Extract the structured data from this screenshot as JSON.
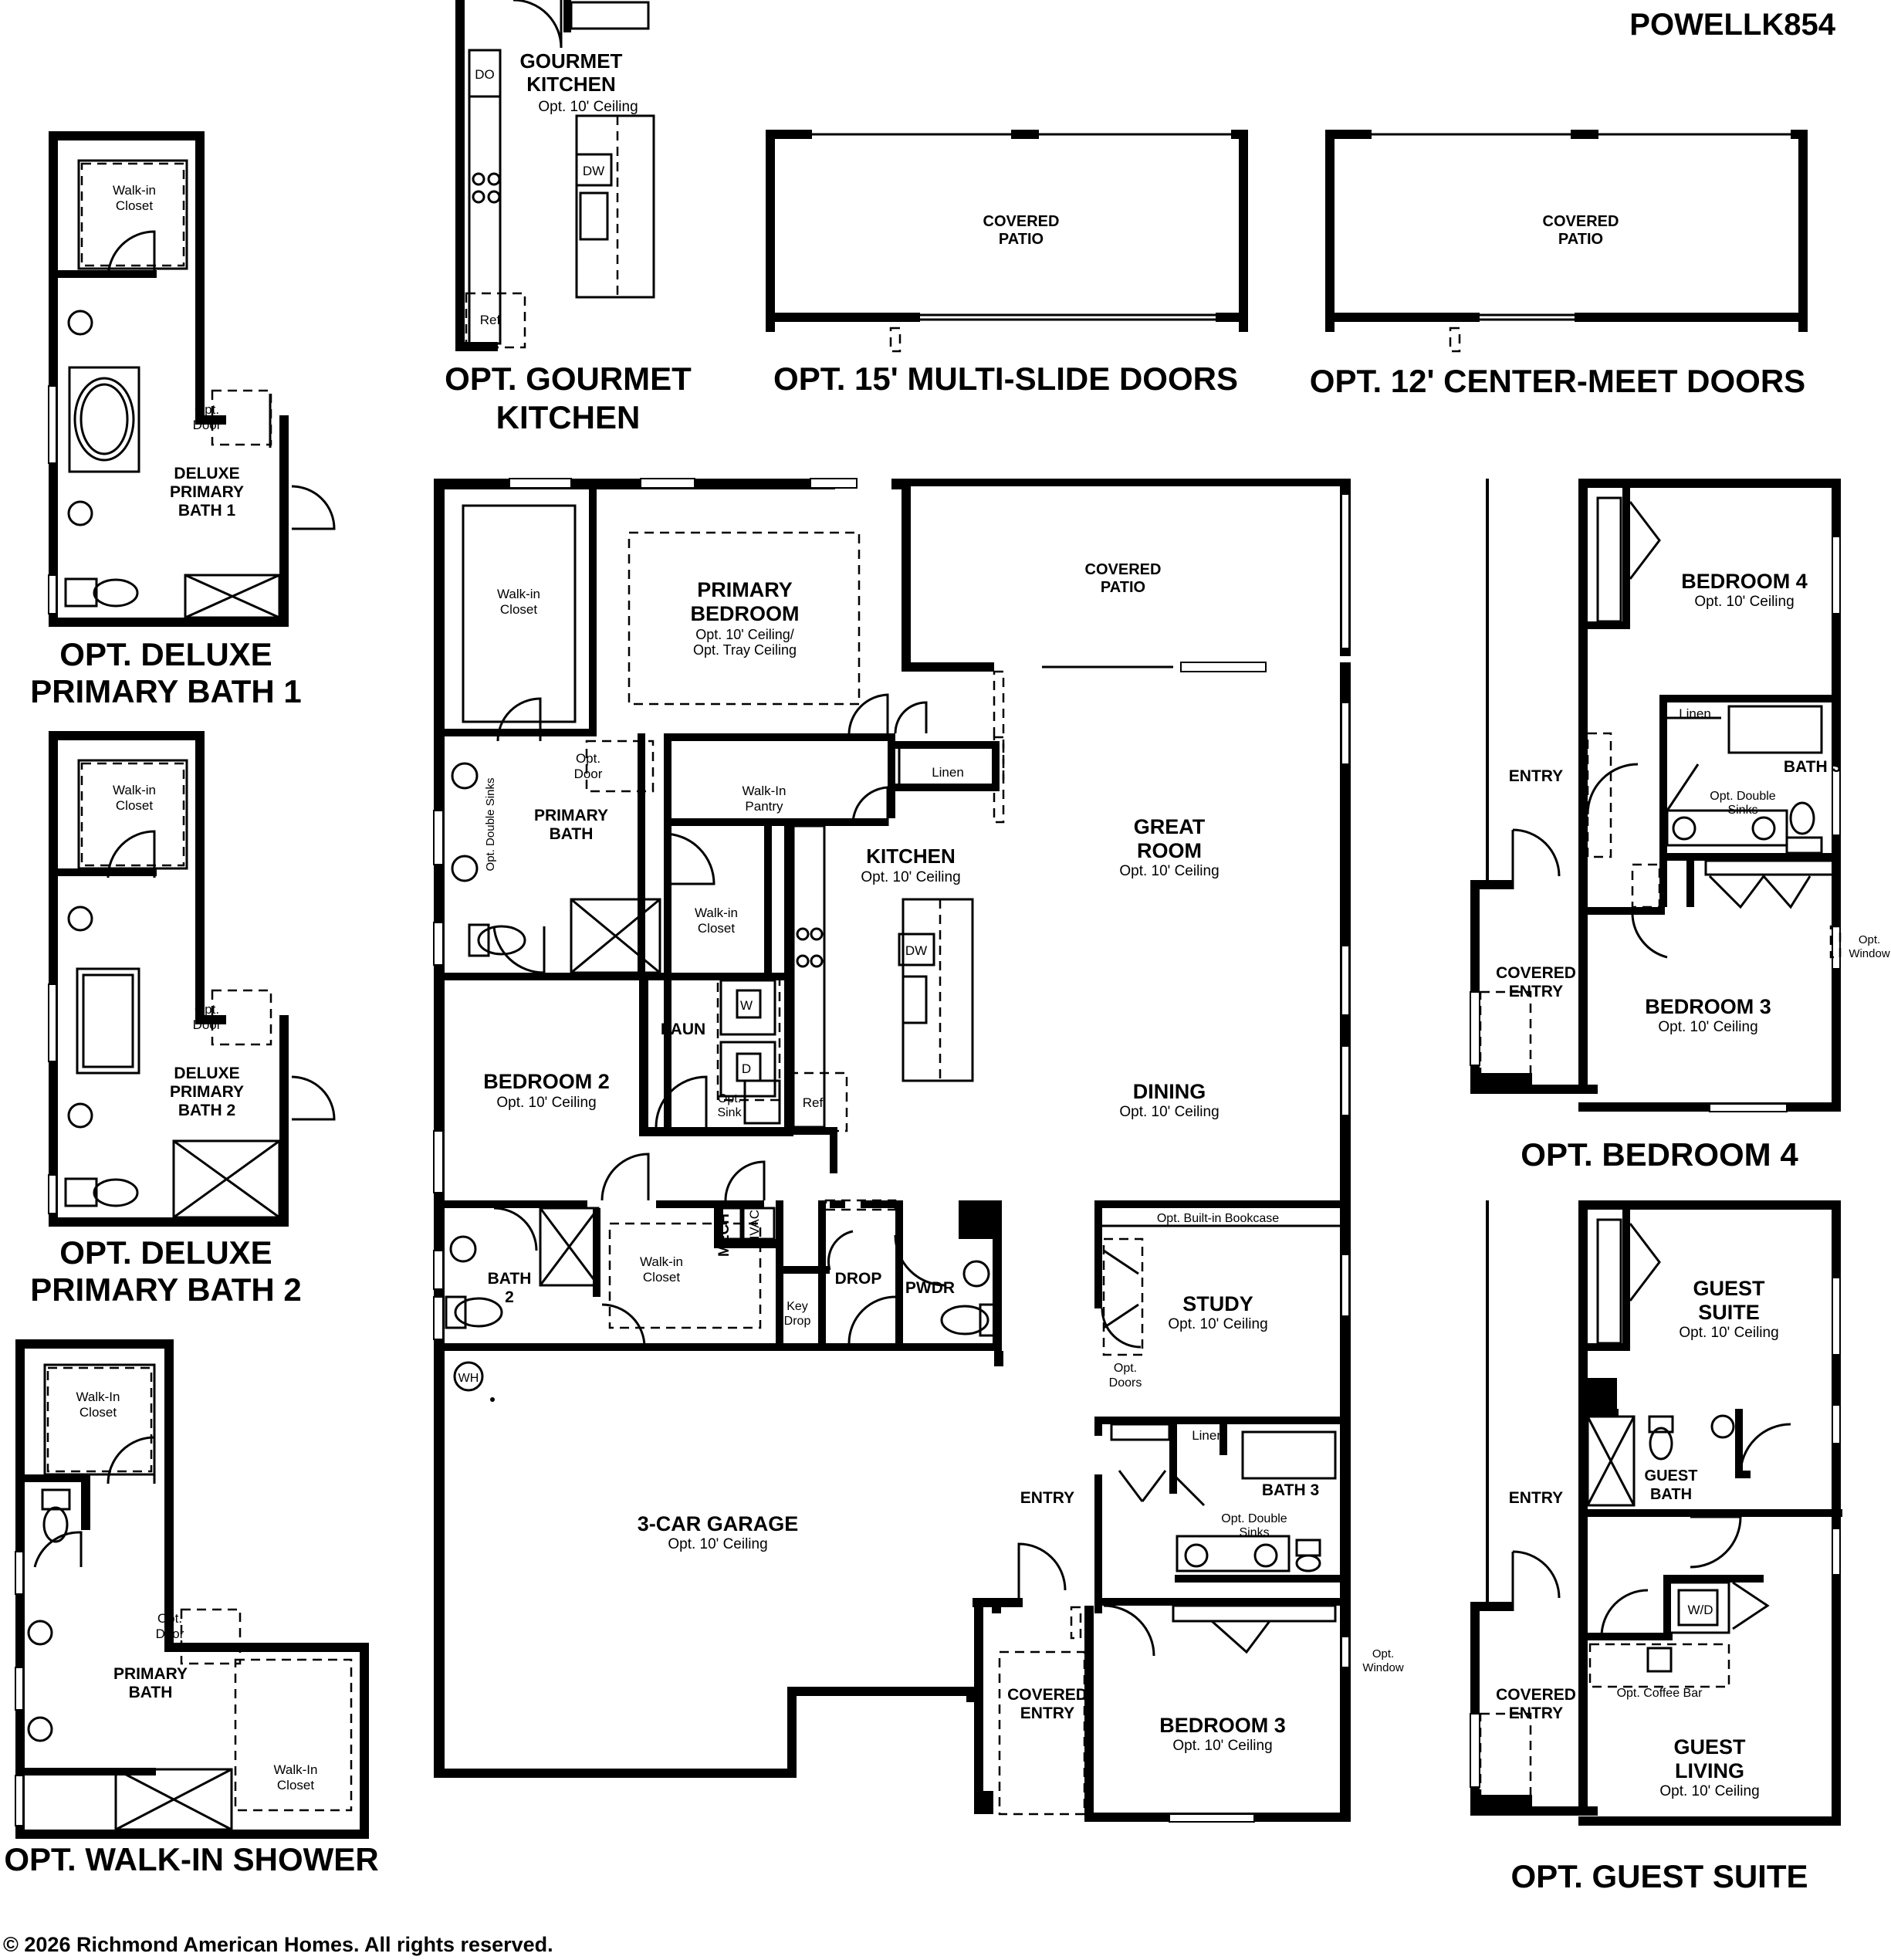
{
  "plan_code": "POWELLK854",
  "copyright": "© 2026 Richmond American Homes. All rights reserved.",
  "option_titles": {
    "gourmet_kitchen_1": "OPT. GOURMET",
    "gourmet_kitchen_2": "KITCHEN",
    "multi_slide": "OPT. 15' MULTI-SLIDE DOORS",
    "center_meet": "OPT. 12' CENTER-MEET DOORS",
    "deluxe_bath1_1": "OPT. DELUXE",
    "deluxe_bath1_2": "PRIMARY BATH 1",
    "deluxe_bath2_1": "OPT. DELUXE",
    "deluxe_bath2_2": "PRIMARY BATH 2",
    "walk_in_shower": "OPT. WALK-IN SHOWER",
    "bedroom4": "OPT. BEDROOM 4",
    "guest_suite": "OPT. GUEST SUITE"
  },
  "rooms": {
    "gourmet_kitchen": {
      "l1": "GOURMET",
      "l2": "KITCHEN",
      "sub": "Opt. 10' Ceiling"
    },
    "covered_patio": {
      "l1": "COVERED",
      "l2": "PATIO"
    },
    "primary_bedroom": {
      "l1": "PRIMARY",
      "l2": "BEDROOM",
      "sub1": "Opt. 10' Ceiling/",
      "sub2": "Opt. Tray Ceiling"
    },
    "walk_in_closet": "Walk-in",
    "closet": "Closet",
    "walk_in_closet_cap": "Walk-In",
    "primary_bath": {
      "l1": "PRIMARY",
      "l2": "BATH"
    },
    "walk_in_pantry": {
      "l1": "Walk-In",
      "l2": "Pantry"
    },
    "linen": "Linen",
    "kitchen": {
      "l1": "KITCHEN",
      "sub": "Opt. 10' Ceiling"
    },
    "great_room": {
      "l1": "GREAT",
      "l2": "ROOM",
      "sub": "Opt. 10' Ceiling"
    },
    "laun": "LAUN",
    "bedroom2": {
      "l1": "BEDROOM 2",
      "sub": "Opt. 10' Ceiling"
    },
    "dining": {
      "l1": "DINING",
      "sub": "Opt. 10' Ceiling"
    },
    "bath2": {
      "l1": "BATH",
      "l2": "2"
    },
    "mech": "MECH",
    "hvac": "HVAC",
    "drop": "DROP",
    "pwdr": "PWDR",
    "key_drop": {
      "l1": "Key",
      "l2": "Drop"
    },
    "opt_built_in": "Opt. Built-in Bookcase",
    "study": {
      "l1": "STUDY",
      "sub": "Opt. 10' Ceiling"
    },
    "opt_doors": {
      "l1": "Opt.",
      "l2": "Doors"
    },
    "bath3": "BATH 3",
    "opt_double_sinks": {
      "l1": "Opt. Double",
      "l2": "Sinks"
    },
    "opt_double_sinks_v": "Opt. Double Sinks",
    "garage": {
      "l1": "3-CAR GARAGE",
      "sub": "Opt. 10' Ceiling"
    },
    "entry": "ENTRY",
    "covered_entry": {
      "l1": "COVERED",
      "l2": "ENTRY"
    },
    "bedroom3": {
      "l1": "BEDROOM 3",
      "sub": "Opt. 10' Ceiling"
    },
    "bedroom4": {
      "l1": "BEDROOM 4",
      "sub": "Opt. 10' Ceiling"
    },
    "opt_window": {
      "l1": "Opt.",
      "l2": "Window"
    },
    "opt_door": {
      "l1": "Opt.",
      "l2": "Door"
    },
    "opt_sink": {
      "l1": "Opt.",
      "l2": "Sink"
    },
    "deluxe_bath1": {
      "l1": "DELUXE",
      "l2": "PRIMARY",
      "l3": "BATH 1"
    },
    "deluxe_bath2": {
      "l1": "DELUXE",
      "l2": "PRIMARY",
      "l3": "BATH 2"
    },
    "guest_suite": {
      "l1": "GUEST",
      "l2": "SUITE",
      "sub": "Opt. 10' Ceiling"
    },
    "guest_bath": {
      "l1": "GUEST",
      "l2": "BATH"
    },
    "guest_living": {
      "l1": "GUEST",
      "l2": "LIVING",
      "sub": "Opt. 10' Ceiling"
    },
    "wd": "W/D",
    "opt_coffee_bar": "Opt. Coffee Bar",
    "wh": "WH",
    "do": "DO",
    "dw": "DW",
    "ref": "Ref",
    "w": "W",
    "d": "D"
  }
}
